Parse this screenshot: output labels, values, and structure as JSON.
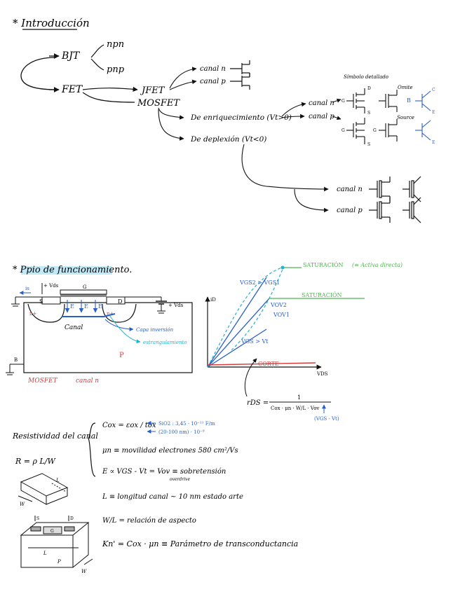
{
  "colors": {
    "ink": "#111111",
    "blue": "#2a5fc9",
    "cyan": "#1fb3d1",
    "green": "#4cb84c",
    "red": "#d93a3a",
    "highlight": "#bfe9f7"
  },
  "intro": {
    "title": "* Introducción",
    "bjt": "BJT",
    "npn": "npn",
    "pnp": "pnp",
    "fet": "FET",
    "jfet": "JFET",
    "mosfet": "MOSFET",
    "canal_n": "canal n",
    "canal_p": "canal p",
    "simbolo_detallado": "Símbolo detallado",
    "omite": "Omite",
    "source": "Source",
    "enriquecimiento": "De enriquecimiento (Vt>0)",
    "deplexion": "De deplexión (Vt<0)",
    "enr_canal_n": "canal n",
    "enr_canal_p": "canal p",
    "dep_canal_n": "canal n",
    "dep_canal_p": "canal p",
    "term_d": "D",
    "term_g": "G",
    "term_s": "S",
    "term_c": "C",
    "term_b": "B",
    "term_e": "E"
  },
  "principle": {
    "title": "* Ppio de funcionamiento.",
    "is": "is",
    "vds_plus": "+ Vds",
    "s": "S",
    "g": "G",
    "d": "D",
    "vds_right": "+ Vds",
    "nplus": "n+",
    "e_vec": "E",
    "canal": "Canal",
    "capa_inversion": "Capa inversión",
    "estrangulamiento": "estrangulamiento",
    "p": "P",
    "b": "B",
    "mosfet": "MOSFET",
    "canal_n": "canal n"
  },
  "graph": {
    "y_label": "iD",
    "x_label": "VDS",
    "sat1": "SATURACIÓN",
    "sat1_note": "(≡ Activa directa)",
    "sat2": "SATURACIÓN",
    "vgs_cmp": "VGS2 > VGS1",
    "vov2": "VOV2",
    "vov1": "VOV1",
    "vgs_vt": "VGS > Vt",
    "corte": "CORTE",
    "rds_lhs": "rDS =",
    "rds_num": "1",
    "rds_den": "Cox · μn · W/L · Vov",
    "rds_note": "(VGS - Vt)"
  },
  "formulas": {
    "resistividad": "Resistividad del canal",
    "r_eq": "R = ρ L/W",
    "cox": "Cox = εox / tox",
    "cox_sio2": "SiO2 : 3,45 · 10⁻¹¹ F/m",
    "cox_tox": "(20-100 nm) · 10⁻⁹",
    "mun": "μn ≡ movilidad electrones   580 cm²/Vs",
    "efield": "E ∝ VGS - Vt = Vov  ≡ sobretensión",
    "overdrive": "overdrive",
    "l_line": "L ≡ longitud canal ~ 10 nm  estado arte",
    "wl_line": "W/L = relación de aspecto",
    "kn_line": "Kn' = Cox · μn ≡ Parámetro de transconductancia",
    "dim_w": "W",
    "dim_l": "L",
    "dim_s": "S",
    "dim_d": "D",
    "dim_g": "G",
    "dim_p": "P"
  }
}
